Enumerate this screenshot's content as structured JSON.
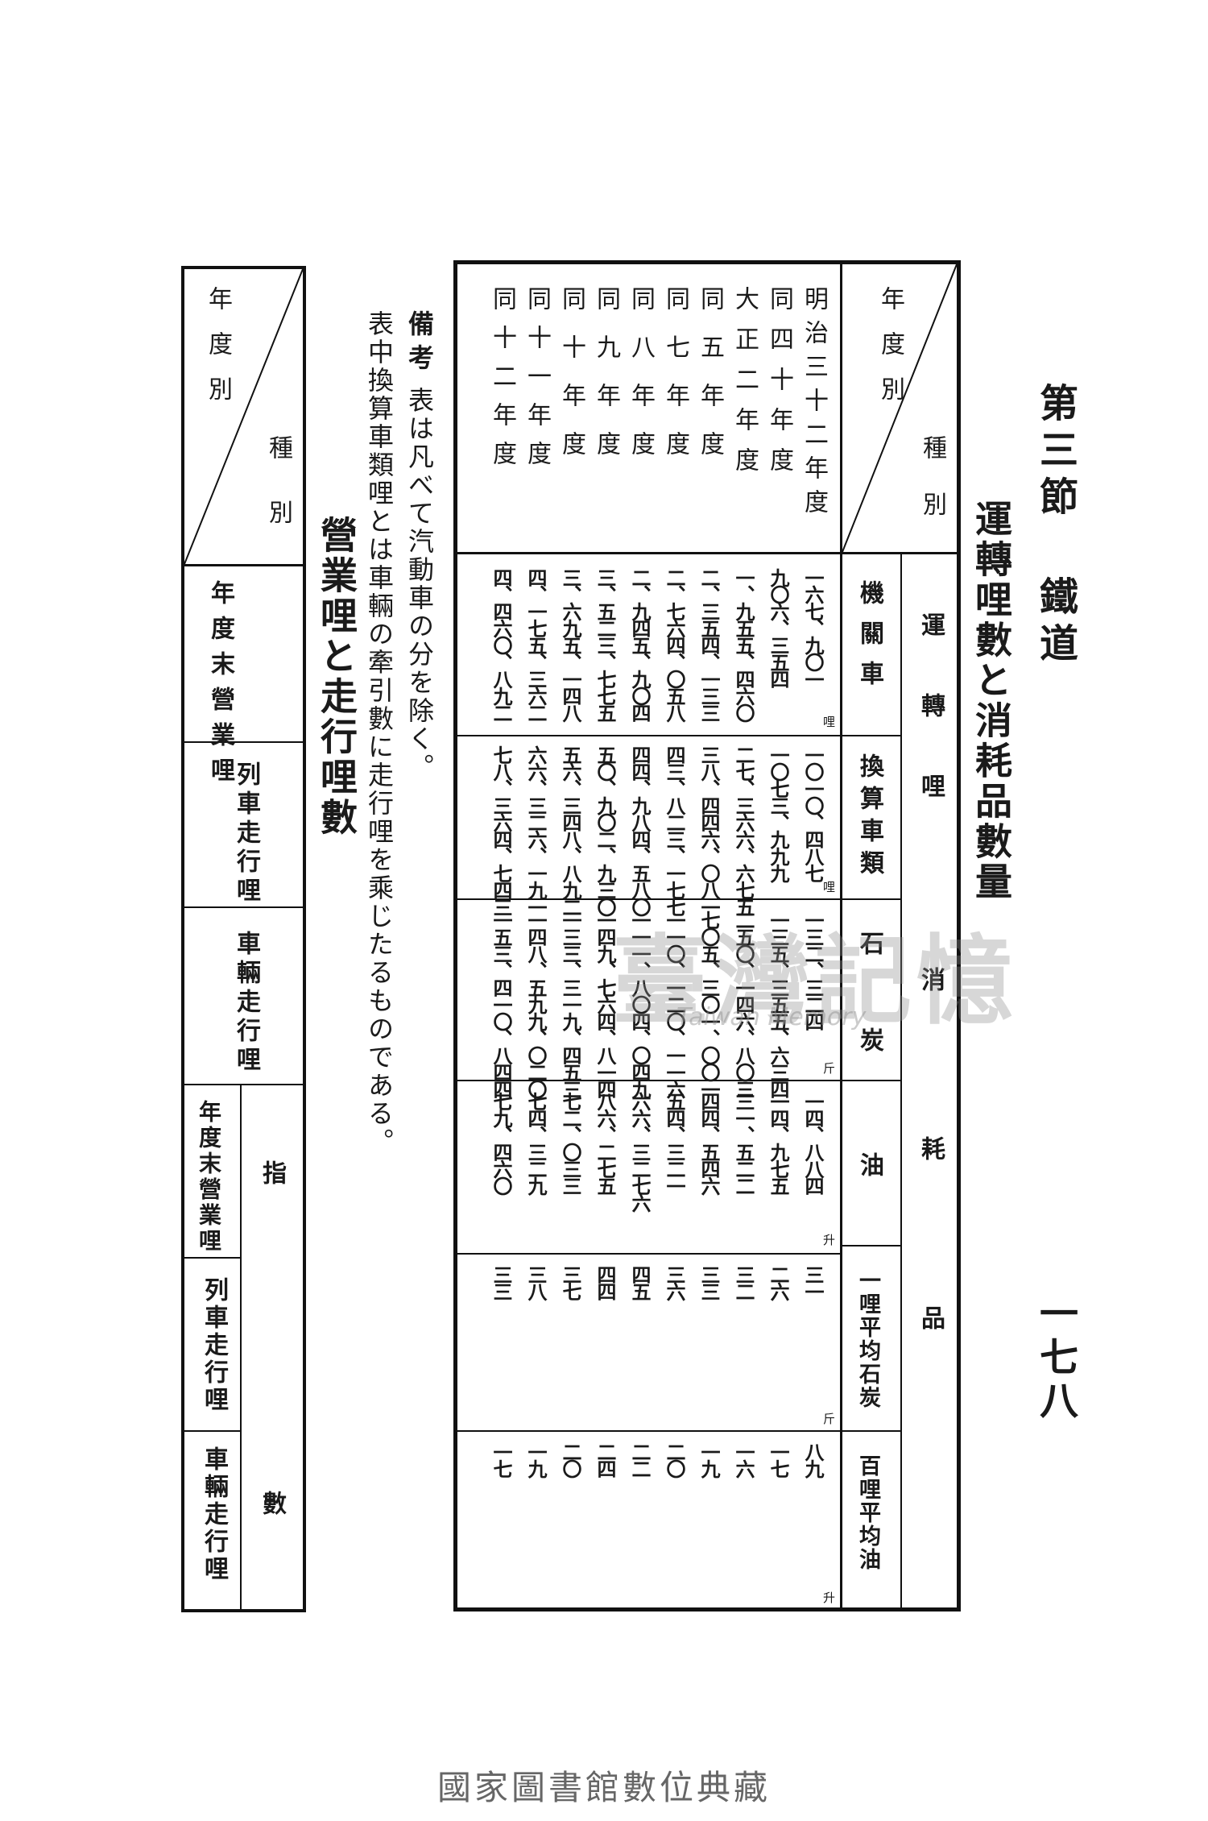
{
  "page": {
    "section_header": "第三節 鐵道",
    "page_number": "一七八",
    "footer": "國家圖書館數位典藏",
    "watermark_main": "臺灣記憶",
    "watermark_sub": "Taiwan Memory"
  },
  "table1": {
    "title": "運轉哩數と消耗品數量",
    "corner": {
      "year": "年度別",
      "kind": "種別"
    },
    "group_operation": "運轉哩",
    "group_consumption": "消耗品",
    "columns": [
      "機關車",
      "換算車類",
      "石炭",
      "油",
      "一哩平均石炭",
      "百哩平均油"
    ],
    "units": [
      "哩",
      "哩",
      "斤",
      "升",
      "斤",
      "升"
    ],
    "years": [
      "明治三十二年度",
      "同四十年度",
      "大正二年度",
      "同五年度",
      "同七年度",
      "同八年度",
      "同九年度",
      "同十年度",
      "同十一年度",
      "同十二年度"
    ],
    "rows": [
      [
        "一六七、九〇一",
        "一〇一〇、四八七",
        "一三二、三二四",
        "一四、八八四",
        "三一",
        "八九"
      ],
      [
        "九〇六、三五四",
        "一〇七三、九九九",
        "一三五、三五五、六三四",
        "一四、九七五",
        "二六",
        "一七"
      ],
      [
        "一、九五五、四六〇",
        "二七、三六六、六七五",
        "二五〇、一四六、八〇三",
        "三一、五二二",
        "三二",
        "一六"
      ],
      [
        "二、三五四、一三三",
        "三八、四四六、〇八一",
        "七〇五、三〇一、〇〇一",
        "四四、五四六",
        "三三",
        "一九"
      ],
      [
        "二、七六四、〇五八",
        "四三、八二三、一七七",
        "一一〇、一二〇、一一六",
        "五四、三二一",
        "三六",
        "二〇"
      ],
      [
        "二、九四五、九〇四",
        "四四、九八四、五八〇",
        "一一一、八〇四、〇四九",
        "六六、三二七六",
        "四五",
        "二二"
      ],
      [
        "三、五二三、七七五",
        "五〇、九〇二、九三〇",
        "一四九、七六四、八一四",
        "八六、二七五",
        "四四",
        "二四"
      ],
      [
        "三、六九五、一四八",
        "五六、三四八、八九二",
        "一三三、三一九、四五三",
        "七二、〇三三",
        "三七",
        "二〇"
      ],
      [
        "四、一七五、三六二",
        "六六、三二六、一九一",
        "一四八、五九九、〇二〇",
        "七四、三二九",
        "三八",
        "一九"
      ],
      [
        "四、四六〇、八九二",
        "七八、三六四、七四三",
        "一五三、四一〇、八四四",
        "七九、四六〇",
        "三三",
        "一七"
      ]
    ],
    "note_label": "備考",
    "note_text": "表は凡べて汽動車の分を除く。表中換算車類哩とは車輛の牽引數に走行哩を乘じたるものである。"
  },
  "table2": {
    "title": "營業哩と走行哩數",
    "corner": {
      "year": "年度別",
      "kind": "種別"
    },
    "columns": [
      "年度末營業哩",
      "列車走行哩",
      "車輛走行哩"
    ],
    "index_group": "指數",
    "index_columns": [
      "年度末營業哩",
      "列車走行哩",
      "車輛走行哩"
    ]
  }
}
